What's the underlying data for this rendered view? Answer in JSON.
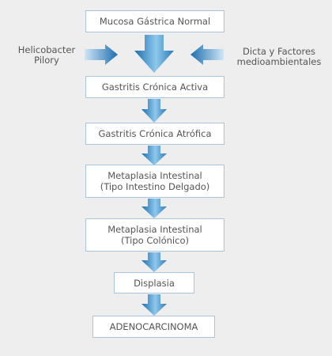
{
  "diagram": {
    "stages": [
      {
        "lines": [
          "Mucosa Gástrica Normal"
        ]
      },
      {
        "lines": [
          "Gastritis Crónica Activa"
        ]
      },
      {
        "lines": [
          "Gastritis Crónica Atrófica"
        ]
      },
      {
        "lines": [
          "Metaplasia Intestinal",
          "(Tipo Intestino Delgado)"
        ]
      },
      {
        "lines": [
          "Metaplasia Intestinal",
          "(Tipo Colónico)"
        ]
      },
      {
        "lines": [
          "Displasia"
        ]
      },
      {
        "lines": [
          "ADENOCARCINOMA"
        ]
      }
    ],
    "left_factor": [
      "Helicobacter",
      "Pilory"
    ],
    "right_factor": [
      "Dicta y Factores",
      "medioambientales"
    ]
  },
  "colors": {
    "background": "#eeeeee",
    "box_fill": "#ffffff",
    "box_border": "#a9c4dc",
    "text": "#555555",
    "arrow_dark": "#1d6fae",
    "arrow_light": "#8ec8ec"
  }
}
